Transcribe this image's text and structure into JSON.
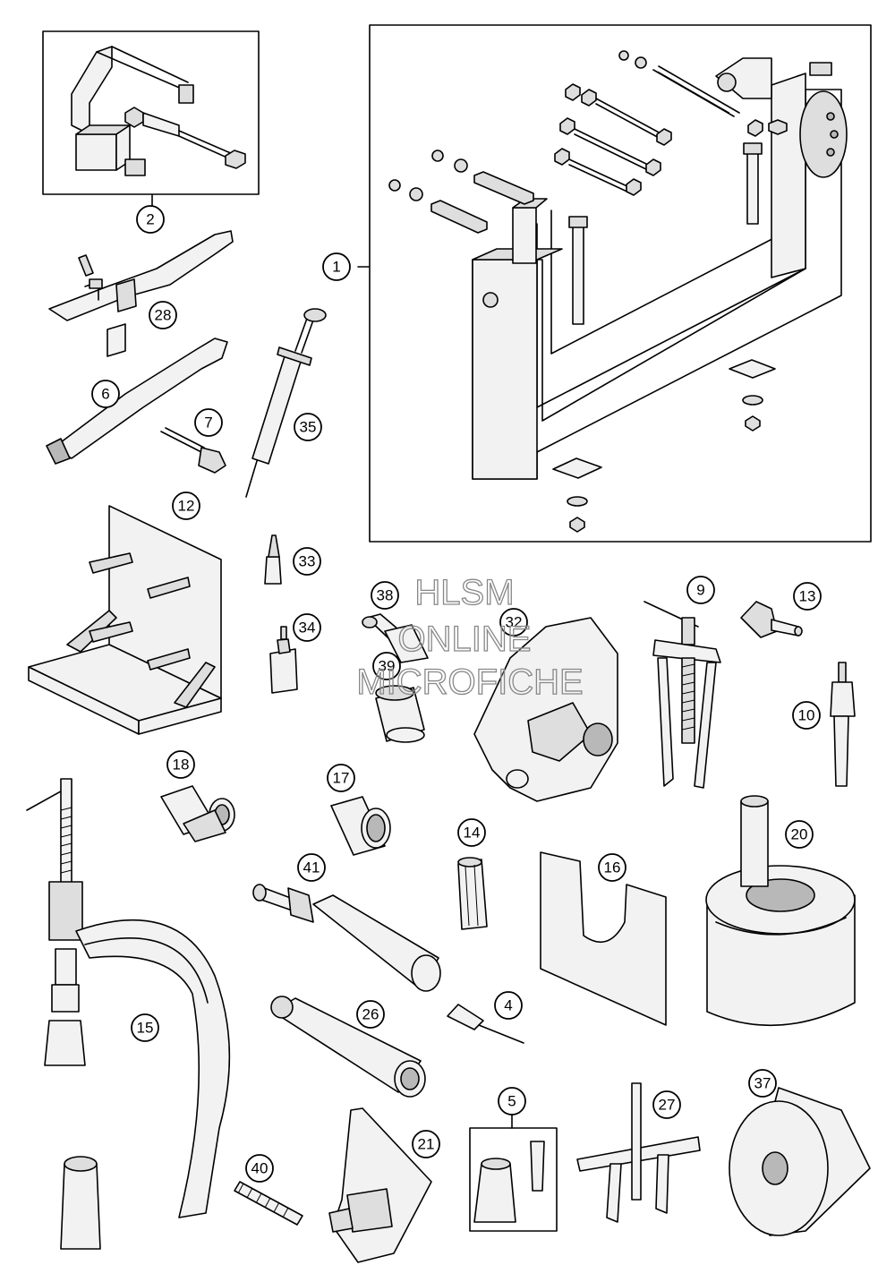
{
  "watermark": {
    "line1": "HLSM",
    "line2": "ONLINE",
    "line3": "MICROFICHE"
  },
  "callouts": [
    "1",
    "2",
    "28",
    "6",
    "7",
    "35",
    "12",
    "33",
    "34",
    "38",
    "32",
    "39",
    "9",
    "13",
    "10",
    "18",
    "17",
    "14",
    "20",
    "16",
    "41",
    "4",
    "26",
    "15",
    "5",
    "27",
    "37",
    "21",
    "40"
  ]
}
